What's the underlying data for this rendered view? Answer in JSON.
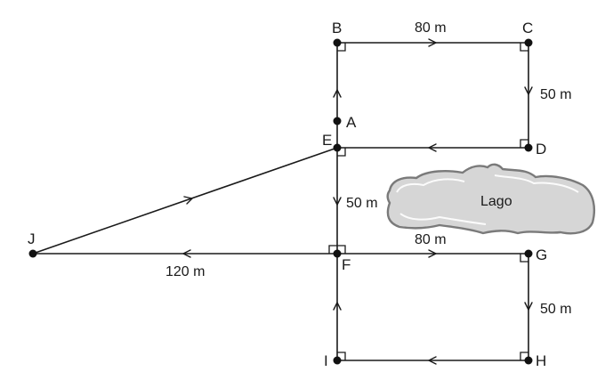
{
  "points": {
    "A": "A",
    "B": "B",
    "C": "C",
    "D": "D",
    "E": "E",
    "F": "F",
    "G": "G",
    "H": "H",
    "I": "I",
    "J": "J"
  },
  "lengths": {
    "BC": "80 m",
    "CD": "50 m",
    "EF": "50 m",
    "FG": "80 m",
    "GH": "50 m",
    "JF": "120 m"
  },
  "lake": {
    "label": "Lago"
  },
  "colors": {
    "lake_fill": "#d6d6d6",
    "lake_stroke": "#7a7a7a",
    "lake_highlight": "#ffffff",
    "ink": "#1a1a1a"
  }
}
